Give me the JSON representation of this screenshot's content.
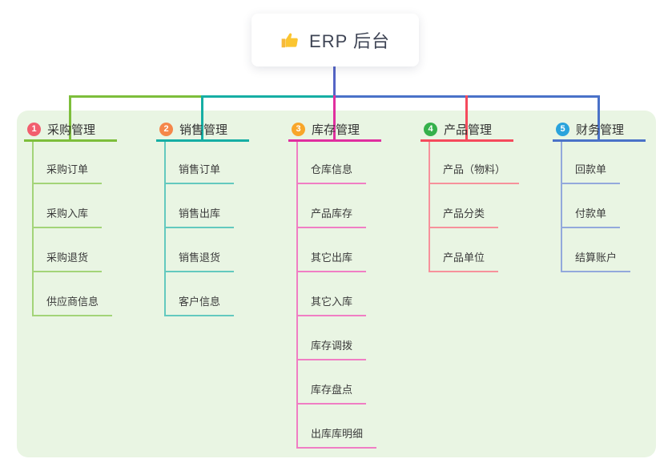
{
  "root": {
    "label": "ERP 后台",
    "icon": "thumbs-up-icon"
  },
  "colors": {
    "panel_bg": "#e9f5e3",
    "root_connector": "#5565c6",
    "card_bg": "#ffffff",
    "title_text": "#333333",
    "leaf_text": "#3b3b3b"
  },
  "branches": [
    {
      "index": "1",
      "label": "采购管理",
      "badge_color": "#f25e6e",
      "line_color": "#7dbe3b",
      "sub_line_color": "#a3d478",
      "items": [
        "采购订单",
        "采购入库",
        "采购退货",
        "供应商信息"
      ]
    },
    {
      "index": "2",
      "label": "销售管理",
      "badge_color": "#f5874a",
      "line_color": "#16aea4",
      "sub_line_color": "#63c9bf",
      "items": [
        "销售订单",
        "销售出库",
        "销售退货",
        "客户信息"
      ]
    },
    {
      "index": "3",
      "label": "库存管理",
      "badge_color": "#f8a62a",
      "line_color": "#e02f9f",
      "sub_line_color": "#f07ec4",
      "items": [
        "仓库信息",
        "产品库存",
        "其它出库",
        "其它入库",
        "库存调拨",
        "库存盘点",
        "出库库明细"
      ]
    },
    {
      "index": "4",
      "label": "产品管理",
      "badge_color": "#35b14b",
      "line_color": "#f54a5c",
      "sub_line_color": "#f7919b",
      "items": [
        "产品（物料）",
        "产品分类",
        "产品单位"
      ]
    },
    {
      "index": "5",
      "label": "财务管理",
      "badge_color": "#2aa3dc",
      "line_color": "#4a72c8",
      "sub_line_color": "#93a9dc",
      "items": [
        "回款单",
        "付款单",
        "结算账户"
      ]
    }
  ]
}
